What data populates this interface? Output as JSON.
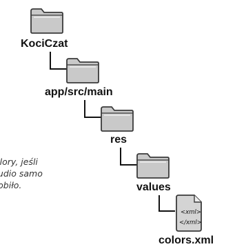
{
  "tree": {
    "root": {
      "label": "KociCzat",
      "icon": "folder-icon"
    },
    "level1": {
      "label": "app/src/main",
      "icon": "folder-icon"
    },
    "level2": {
      "label": "res",
      "icon": "folder-icon"
    },
    "level3": {
      "label": "values",
      "icon": "folder-icon"
    },
    "file": {
      "label": "colors.xml",
      "icon": "xml-file-icon",
      "tag_open": "<xml>",
      "tag_close": "</xml>"
    }
  },
  "note": {
    "lines": [
      "olory, jeśli",
      "tudio samo",
      "robiło."
    ]
  },
  "colors": {
    "folder_fill": "#c9c9c9",
    "folder_stroke": "#3a3a3a",
    "line": "#111111",
    "note_text": "#333333"
  }
}
